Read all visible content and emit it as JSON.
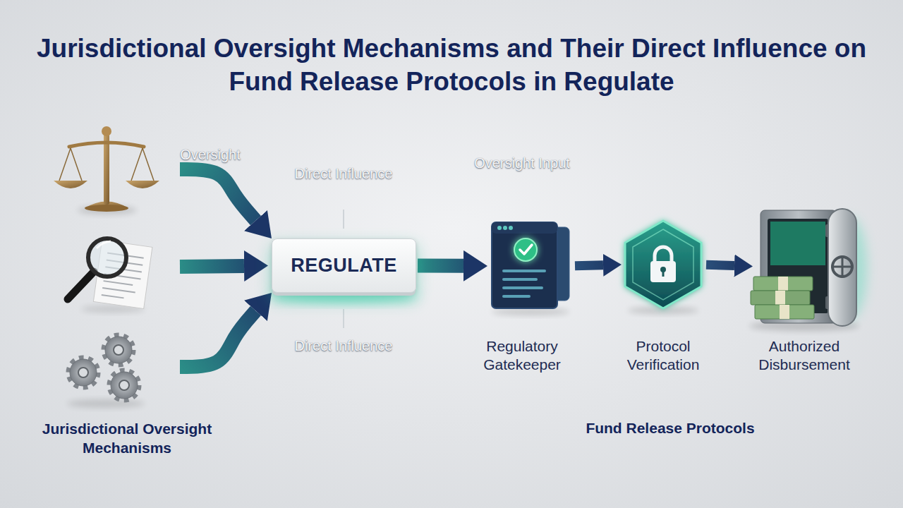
{
  "diagram": {
    "title": "Jurisdictional Oversight Mechanisms and Their Direct Influence on Fund Release Protocols in Regulate",
    "nodes": [
      {
        "text": [
          "Jurisdictional Oversight Mechanisms"
        ]
      },
      {
        "text": [
          "REGULATE"
        ]
      },
      {
        "text": [
          "Regulatory Gatekeeper"
        ]
      },
      {
        "text": [
          "Protocol Verification"
        ]
      },
      {
        "text": [
          "Authorized Disbursement"
        ]
      }
    ],
    "edges": [
      {
        "from": 0,
        "to": 1,
        "label": "Oversight",
        "arrow": "to"
      },
      {
        "from": 0,
        "to": 1,
        "arrow": "to"
      },
      {
        "from": 0,
        "to": 1,
        "arrow": "to"
      },
      {
        "from": 1,
        "to": 2,
        "arrow": "to"
      },
      {
        "from": 2,
        "to": 3,
        "arrow": "to"
      },
      {
        "from": 3,
        "to": 4,
        "arrow": "to"
      }
    ],
    "labels": [
      "Direct Influence",
      "Direct Influence",
      "Oversight Input",
      "Fund Release Protocols"
    ]
  }
}
